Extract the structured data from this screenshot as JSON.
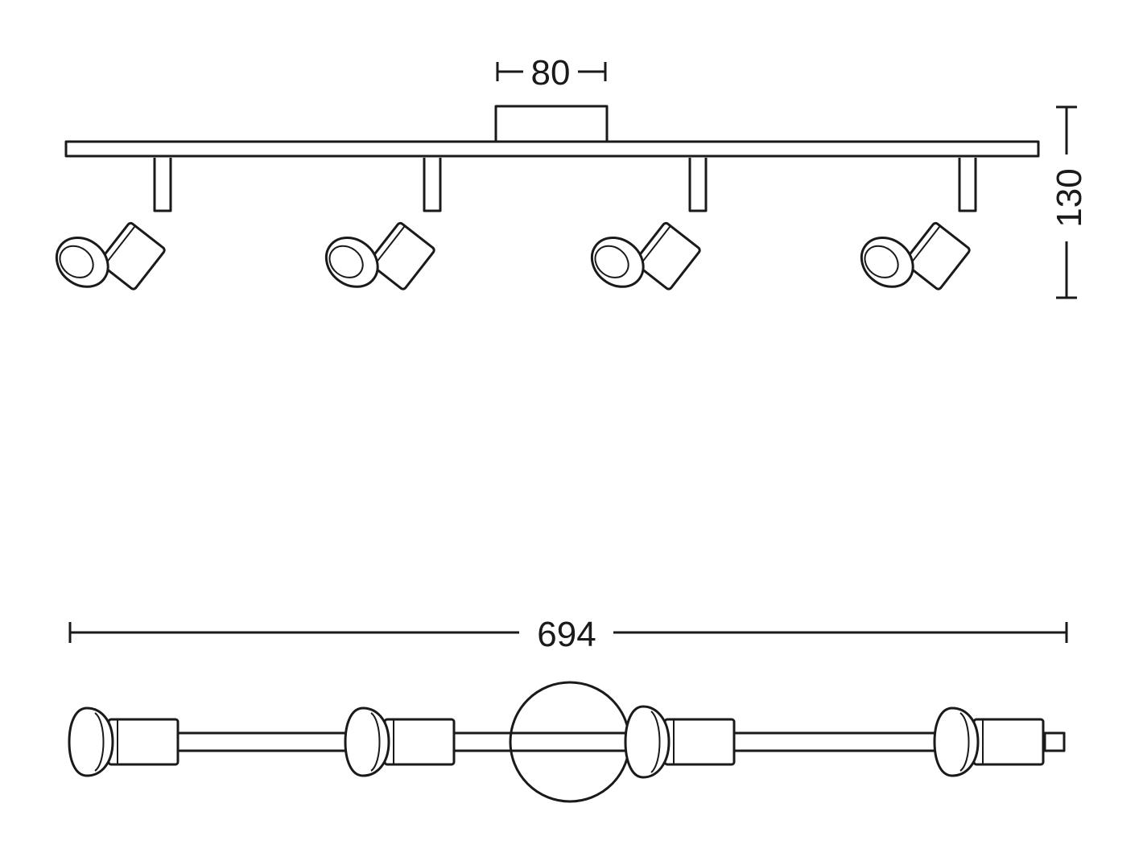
{
  "dimensions": {
    "mount_width": "80",
    "height": "130",
    "length": "694"
  },
  "views": {
    "front": {
      "spot_count": 4
    },
    "top": {
      "spot_count": 4
    }
  },
  "colors": {
    "line": "#1a1a1a",
    "background": "#ffffff"
  }
}
